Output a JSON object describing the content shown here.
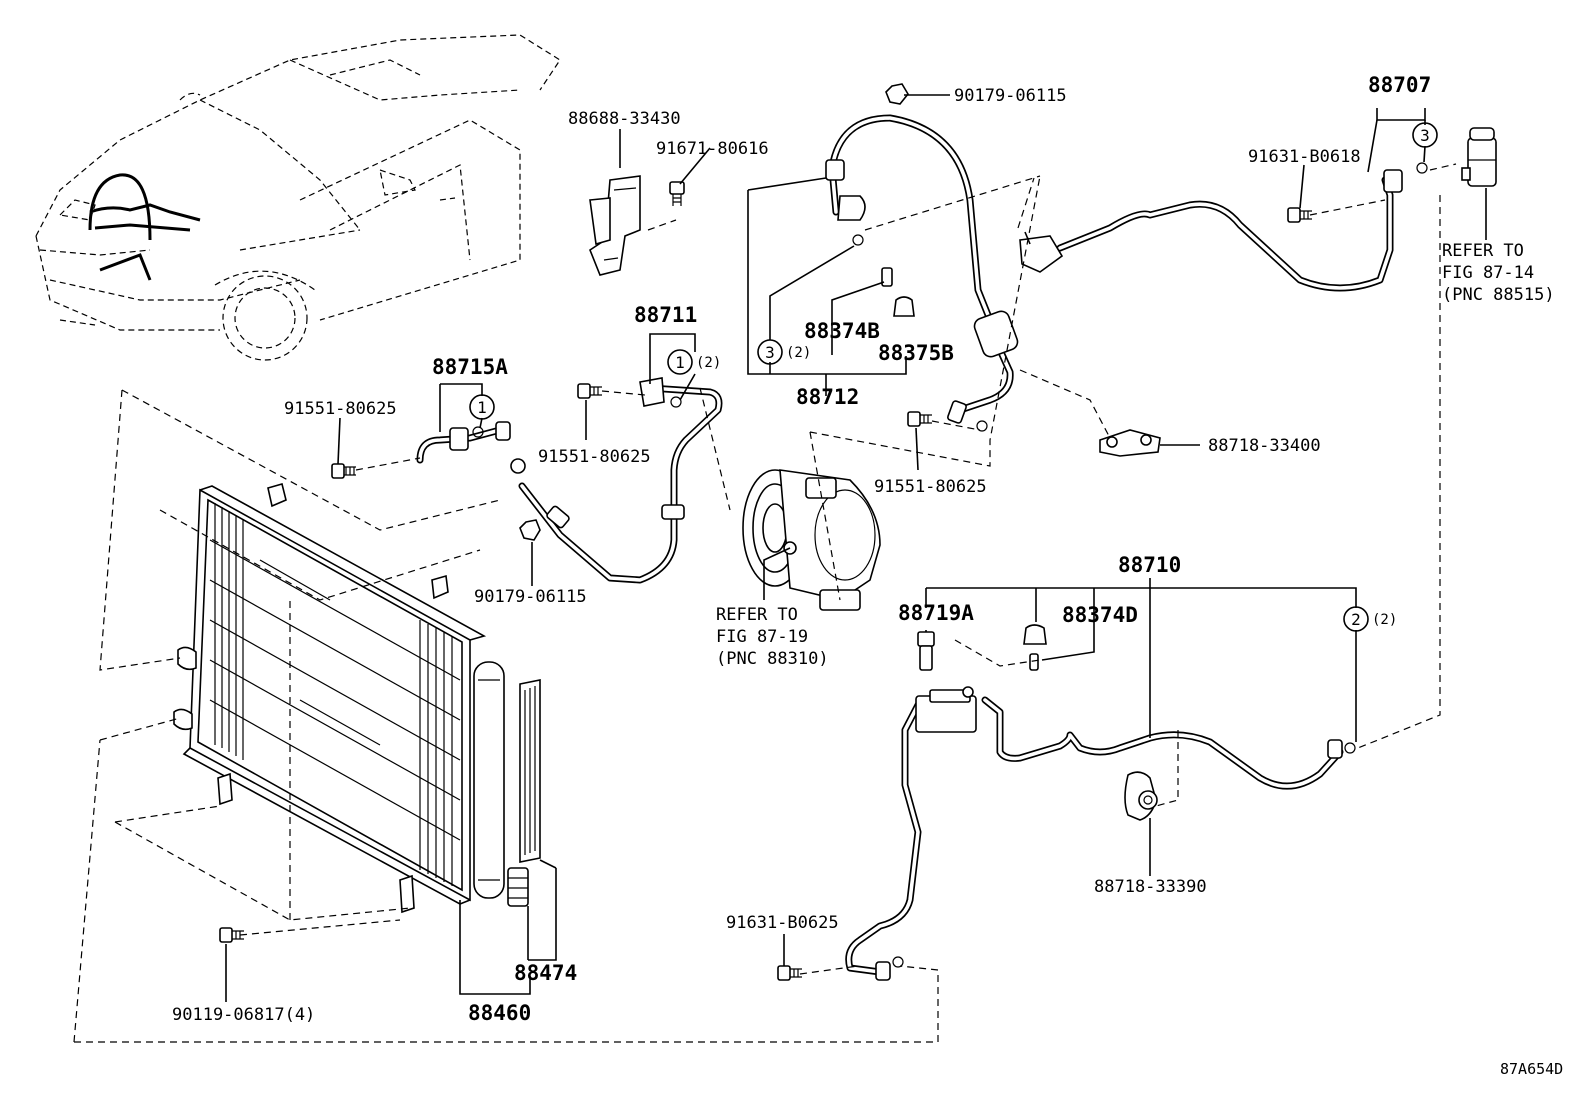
{
  "labels": {
    "p88688": "88688-33430",
    "p91671": "91671-80616",
    "p90179_top": "90179-06115",
    "p88707": "88707",
    "p91631_top": "91631-B0618",
    "ref_fig_87_14_line1": "REFER TO",
    "ref_fig_87_14_line2": "FIG 87-14",
    "ref_fig_87_14_line3": "(PNC 88515)",
    "p88711": "88711",
    "p88374B": "88374B",
    "p88375B": "88375B",
    "p88712": "88712",
    "p88715A": "88715A",
    "p91551_left": "91551-80625",
    "p91551_mid": "91551-80625",
    "p91551_right": "91551-80625",
    "p88718_33400": "88718-33400",
    "p90179_mid": "90179-06115",
    "ref_fig_87_19_line1": "REFER TO",
    "ref_fig_87_19_line2": "FIG 87-19",
    "ref_fig_87_19_line3": "(PNC 88310)",
    "p88710": "88710",
    "p88719A": "88719A",
    "p88374D": "88374D",
    "p88718_33390": "88718-33390",
    "p91631_bot": "91631-B0625",
    "p88474": "88474",
    "p88460": "88460",
    "p90119": "90119-06817(4)",
    "figure_id": "87A654D"
  },
  "callouts": {
    "c1_top": {
      "num": "1",
      "qty": "(2)"
    },
    "c1_left": {
      "num": "1"
    },
    "c2": {
      "num": "2",
      "qty": "(2)"
    },
    "c3_mid": {
      "num": "3",
      "qty": "(2)"
    },
    "c3_top": {
      "num": "3"
    }
  }
}
